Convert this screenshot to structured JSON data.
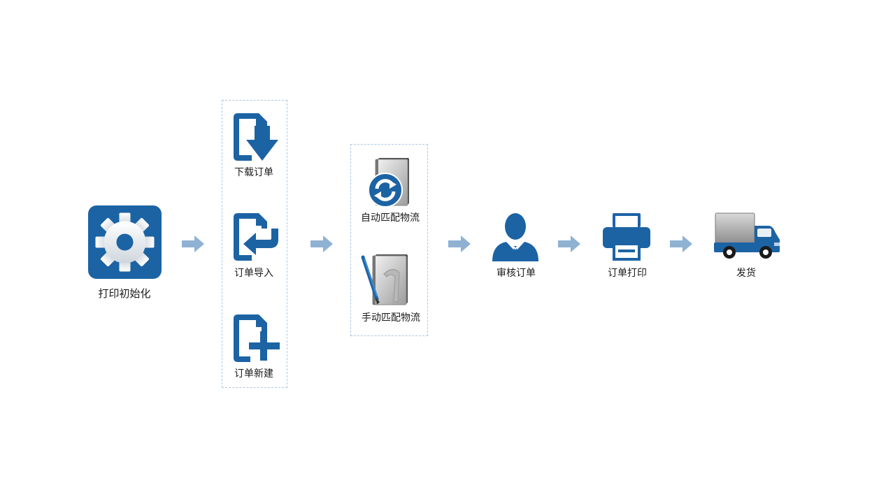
{
  "steps": {
    "init": {
      "label": "打印初始化",
      "icon": "gear-icon"
    },
    "order_sources": [
      {
        "label": "下载订单",
        "icon": "document-download-icon"
      },
      {
        "label": "订单导入",
        "icon": "document-import-icon"
      },
      {
        "label": "订单新建",
        "icon": "document-add-icon"
      }
    ],
    "logistics": [
      {
        "label": "自动匹配物流",
        "icon": "book-refresh-icon"
      },
      {
        "label": "手动匹配物流",
        "icon": "book-pen-icon"
      }
    ],
    "review": {
      "label": "审核订单",
      "icon": "person-icon"
    },
    "print": {
      "label": "订单打印",
      "icon": "printer-icon"
    },
    "ship": {
      "label": "发货",
      "icon": "truck-icon"
    }
  },
  "colors": {
    "primary": "#1c63a4",
    "arrow": "#8fb2d3",
    "dashed_border": "#a9c8e4"
  }
}
